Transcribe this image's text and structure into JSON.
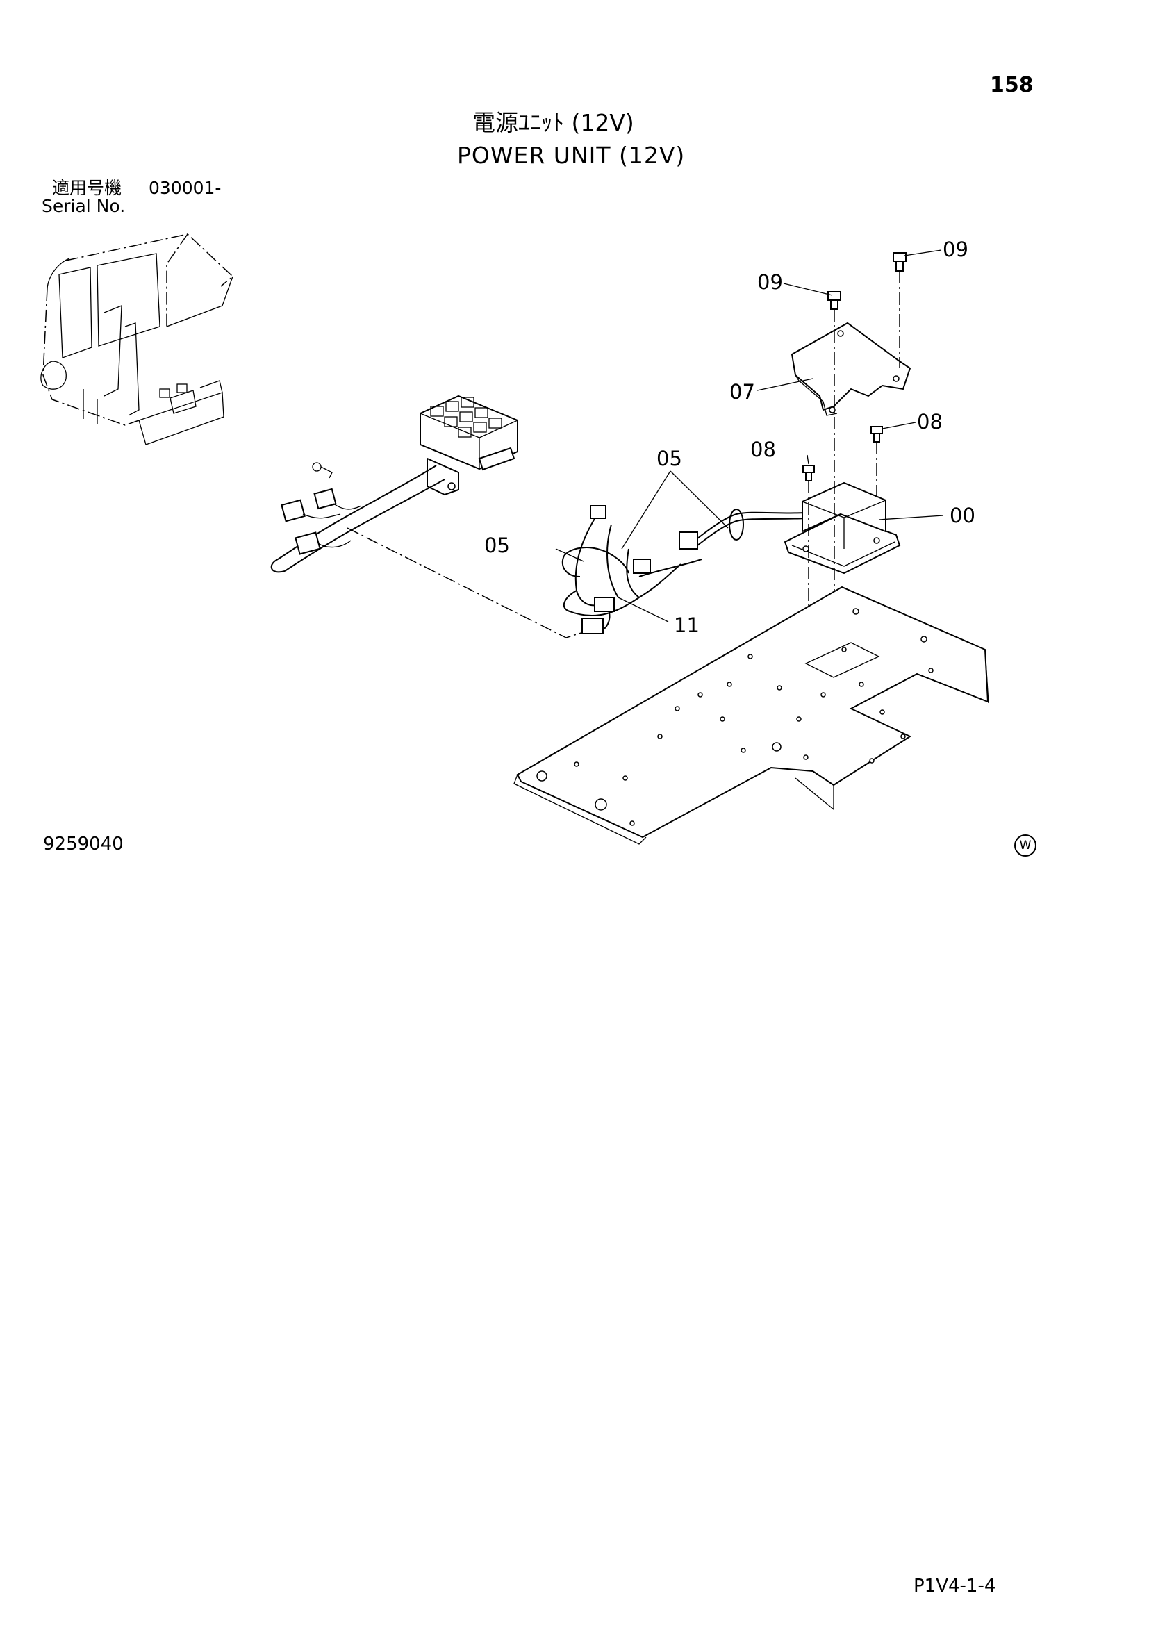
{
  "page_number": "158",
  "title_jp": "電源ﾕﾆｯﾄ (12V)",
  "title_en": "POWER UNIT (12V)",
  "serial": {
    "label_jp": "適用号機",
    "from": "030001-",
    "label_en": "Serial No."
  },
  "callouts": {
    "bolt_top_right": "09",
    "bolt_top_left": "09",
    "cover": "07",
    "screw_right": "08",
    "screw_left": "08",
    "harness_top": "05",
    "harness_left": "05",
    "power_unit": "00",
    "harness_lower": "11"
  },
  "figure_number": "9259040",
  "w_mark": "W",
  "page_ref": "P1V4-1-4"
}
